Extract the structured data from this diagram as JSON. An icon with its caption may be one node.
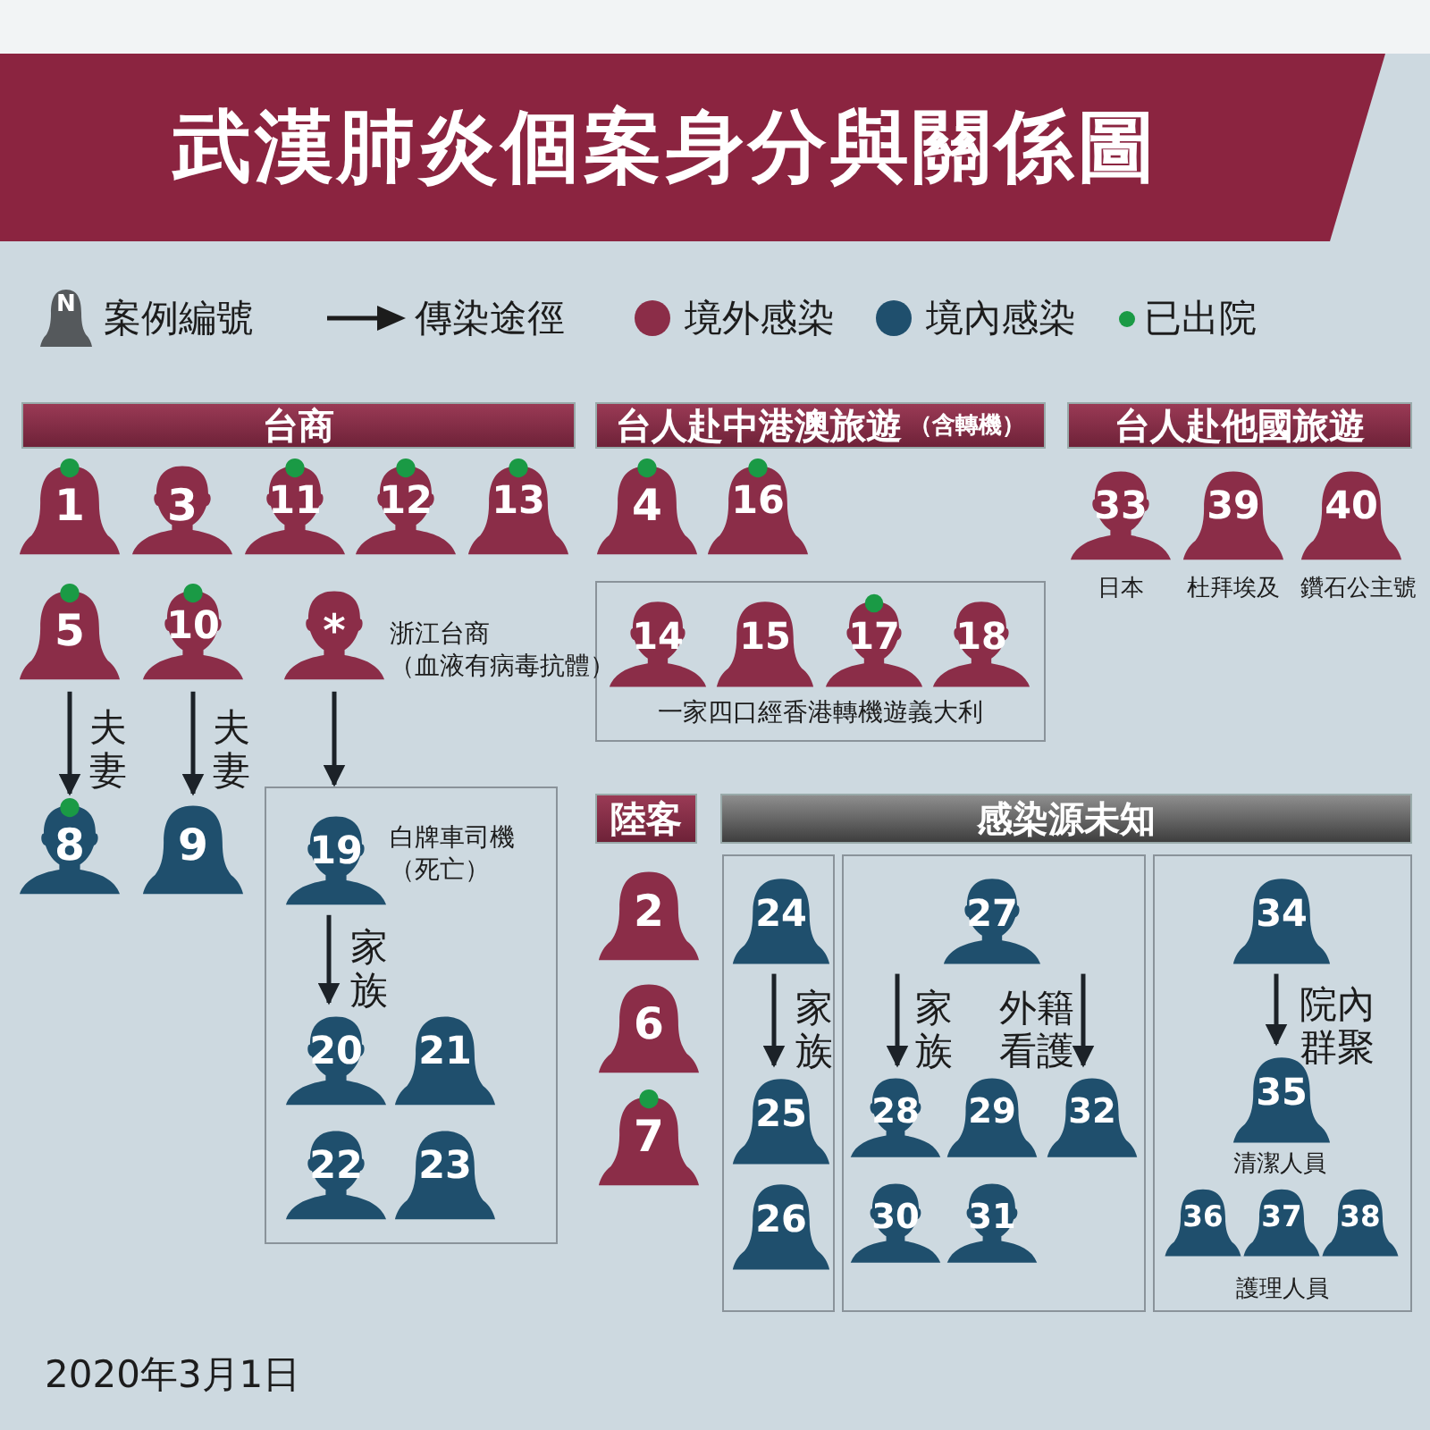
{
  "diagram": {
    "title": "武漢肺炎個案身分與關係圖",
    "nodes": [
      {
        "text": [
          "台商"
        ]
      },
      {
        "text": [
          "台人赴中港澳旅遊",
          "（含轉機）"
        ]
      },
      {
        "text": [
          "台人赴他國旅遊"
        ]
      },
      {
        "text": [
          "1"
        ]
      },
      {
        "text": [
          "3"
        ]
      },
      {
        "text": [
          "11"
        ]
      },
      {
        "text": [
          "12"
        ]
      },
      {
        "text": [
          "13"
        ]
      },
      {
        "text": [
          "4"
        ]
      },
      {
        "text": [
          "16"
        ]
      },
      {
        "text": [
          "33"
        ],
        "beside": [
          "日本"
        ]
      },
      {
        "text": [
          "39"
        ],
        "beside": [
          "杜拜埃及"
        ]
      },
      {
        "text": [
          "40"
        ],
        "beside": [
          "鑽石公主號"
        ]
      },
      {
        "text": [
          "5"
        ]
      },
      {
        "text": [
          "10"
        ]
      },
      {
        "text": [
          "*"
        ],
        "beside": [
          "浙江台商",
          "（血液有病毒抗體）"
        ]
      },
      {
        "text": [
          "一家四口經香港轉機遊義大利"
        ]
      },
      {
        "text": [
          "14"
        ],
        "in": 16
      },
      {
        "text": [
          "15"
        ],
        "in": 16
      },
      {
        "text": [
          "17"
        ],
        "in": 16
      },
      {
        "text": [
          "18"
        ],
        "in": 16
      },
      {
        "text": [
          "8"
        ]
      },
      {
        "text": [
          "9"
        ]
      },
      {
        "text": [],
        "shape": "box"
      },
      {
        "text": [
          "19"
        ],
        "in": 23,
        "beside": [
          "白牌車司機",
          "（死亡）"
        ]
      },
      {
        "text": [
          "20"
        ],
        "in": 23
      },
      {
        "text": [
          "21"
        ],
        "in": 23
      },
      {
        "text": [
          "22"
        ],
        "in": 23
      },
      {
        "text": [
          "23"
        ],
        "in": 23
      },
      {
        "text": [
          "陸客"
        ]
      },
      {
        "text": [
          "感染源未知"
        ]
      },
      {
        "text": [
          "2"
        ]
      },
      {
        "text": [
          "6"
        ]
      },
      {
        "text": [
          "7"
        ]
      },
      {
        "text": [],
        "shape": "box"
      },
      {
        "text": [],
        "shape": "box"
      },
      {
        "text": [],
        "shape": "box"
      },
      {
        "text": [
          "24"
        ],
        "in": 34
      },
      {
        "text": [
          "27"
        ],
        "in": 35
      },
      {
        "text": [
          "34"
        ],
        "in": 36
      },
      {
        "text": [
          "25"
        ],
        "in": 34
      },
      {
        "text": [
          "28"
        ],
        "in": 35
      },
      {
        "text": [
          "29"
        ],
        "in": 35
      },
      {
        "text": [
          "32"
        ],
        "in": 35
      },
      {
        "text": [
          "35"
        ],
        "in": 36,
        "beside": [
          "清潔人員"
        ]
      },
      {
        "text": [
          "26"
        ],
        "in": 34
      },
      {
        "text": [
          "30"
        ],
        "in": 35
      },
      {
        "text": [
          "31"
        ],
        "in": 35
      },
      {
        "text": [
          "36"
        ],
        "in": 36
      },
      {
        "text": [
          "37"
        ],
        "in": 36
      },
      {
        "text": [
          "38"
        ],
        "in": 36
      }
    ],
    "edges": [
      {
        "from": 13,
        "to": 21,
        "arrow": "to",
        "label": "夫妻"
      },
      {
        "from": 14,
        "to": 22,
        "arrow": "to",
        "label": "夫妻"
      },
      {
        "from": 15,
        "to": 23,
        "arrow": "to"
      },
      {
        "from": 24,
        "to": 25,
        "arrow": "to",
        "label": "家族"
      },
      {
        "from": 37,
        "to": 40,
        "arrow": "to",
        "label": "家族"
      },
      {
        "from": 38,
        "to": 41,
        "arrow": "to",
        "label": "家族"
      },
      {
        "from": 38,
        "to": 43,
        "arrow": "to",
        "label": "外籍看護"
      },
      {
        "from": 39,
        "to": 44,
        "arrow": "to",
        "label": "院內群聚"
      }
    ],
    "labels": [
      "N",
      "護理人員",
      "2020年3月1日"
    ],
    "legend": [
      {
        "text": "案例編號"
      },
      {
        "text": "傳染途徑"
      },
      {
        "text": "境外感染",
        "color": "#8b2d48"
      },
      {
        "text": "境內感染",
        "color": "#1f4f6d"
      },
      {
        "text": "已出院",
        "color": "#1a9a45"
      }
    ]
  }
}
